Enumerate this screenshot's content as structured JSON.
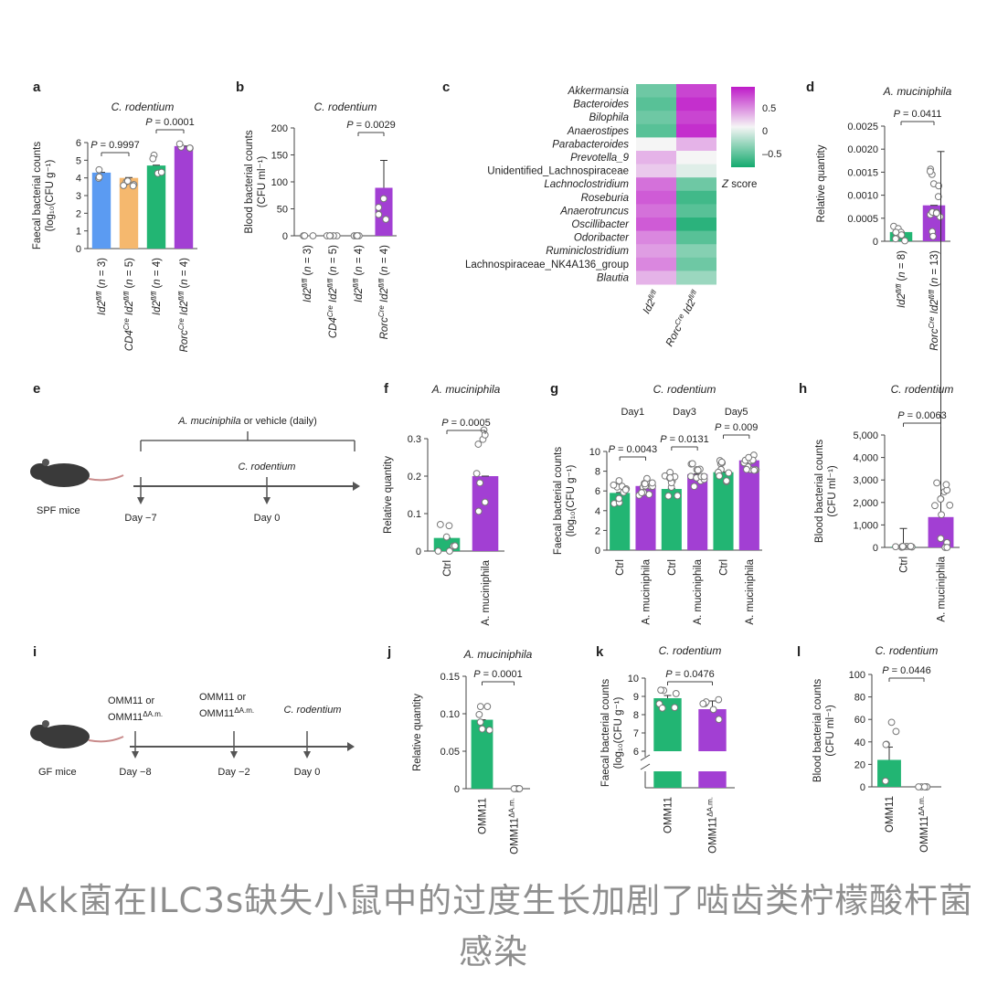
{
  "caption": "Akk菌在ILC3s缺失小鼠中的过度生长加剧了啮齿类柠檬酸杆菌感染",
  "colors": {
    "blue": "#5b9bf2",
    "orange": "#f5b86e",
    "green": "#22b573",
    "purple": "#a23fd3"
  },
  "chart_data": [
    {
      "panel": "a",
      "type": "bar",
      "title": "C. rodentium",
      "ylabel": [
        "Faecal bacterial counts",
        "(log₁₀(CFU g⁻¹)"
      ],
      "ylim": [
        0,
        6
      ],
      "yticks": [
        0,
        1,
        2,
        3,
        4,
        5,
        6
      ],
      "categories": [
        "Id2fl/fl (n = 3)",
        "CD4Cre Id2fl/fl (n = 5)",
        "Id2fl/fl (n = 4)",
        "RorcCre Id2fl/fl (n = 4)"
      ],
      "values": [
        4.3,
        4.0,
        4.7,
        5.8
      ],
      "colors": [
        "#5b9bf2",
        "#f5b86e",
        "#22b573",
        "#a23fd3"
      ],
      "pvalues": [
        "P = 0.9997",
        "P = 0.0001"
      ]
    },
    {
      "panel": "b",
      "type": "bar",
      "title": "C. rodentium",
      "ylabel": [
        "Blood bacterial counts",
        "(CFU ml⁻¹)"
      ],
      "ylim": [
        0,
        200
      ],
      "yticks": [
        0,
        50,
        100,
        150,
        200
      ],
      "categories": [
        "Id2fl/fl (n = 3)",
        "CD4Cre Id2fl/fl (n = 5)",
        "Id2fl/fl (n = 4)",
        "RorcCre Id2fl/fl (n = 4)"
      ],
      "values": [
        0,
        0,
        0,
        89
      ],
      "colors": [
        "#5b9bf2",
        "#f5b86e",
        "#22b573",
        "#a23fd3"
      ],
      "pvalues": [
        "P = 0.0029"
      ]
    },
    {
      "panel": "c",
      "type": "heatmap",
      "rows": [
        "Akkermansia",
        "Bacteroides",
        "Bilophila",
        "Anaerostipes",
        "Parabacteroides",
        "Prevotella_9",
        "Unidentified_Lachnospiraceae",
        "Lachnoclostridium",
        "Roseburia",
        "Anaerotruncus",
        "Oscillibacter",
        "Odoribacter",
        "Ruminiclostridium",
        "Lachnospiraceae_NK4A136_group",
        "Blautia"
      ],
      "columns": [
        "Id2fl/fl",
        "RorcCre Id2fl/fl"
      ],
      "values": [
        [
          -0.6,
          0.8
        ],
        [
          -0.7,
          0.9
        ],
        [
          -0.6,
          0.8
        ],
        [
          -0.7,
          0.9
        ],
        [
          0.0,
          0.3
        ],
        [
          0.3,
          0.0
        ],
        [
          0.2,
          -0.1
        ],
        [
          0.6,
          -0.6
        ],
        [
          0.7,
          -0.8
        ],
        [
          0.6,
          -0.7
        ],
        [
          0.7,
          -0.9
        ],
        [
          0.5,
          -0.7
        ],
        [
          0.4,
          -0.5
        ],
        [
          0.5,
          -0.6
        ],
        [
          0.3,
          -0.4
        ]
      ],
      "colorbar": {
        "ticks": [
          "0.5",
          "0",
          "–0.5"
        ],
        "label": "Z score"
      }
    },
    {
      "panel": "d",
      "type": "bar",
      "title": "A. muciniphila",
      "ylabel": [
        "Relative quantity"
      ],
      "ylim": [
        0,
        0.0025
      ],
      "yticks": [
        0,
        0.0005,
        0.001,
        0.0015,
        0.002,
        0.0025
      ],
      "ytick_labels": [
        "0",
        "0.0005",
        "0.0010",
        "0.0015",
        "0.0020",
        "0.0025"
      ],
      "categories": [
        "Id2fl/fl (n = 8)",
        "RorcCre Id2fl/fl (n = 13)"
      ],
      "values": [
        0.0002,
        0.00078
      ],
      "colors": [
        "#22b573",
        "#a23fd3"
      ],
      "pvalues": [
        "P = 0.0411"
      ]
    },
    {
      "panel": "e",
      "type": "diagram",
      "treatment": "A. muciniphila or vehicle (daily)",
      "infection": "C. rodentium",
      "mice": "SPF mice",
      "days": [
        "Day −7",
        "Day 0"
      ]
    },
    {
      "panel": "f",
      "type": "bar",
      "title": "A. muciniphila",
      "ylabel": [
        "Relative quantity"
      ],
      "ylim": [
        0,
        0.3
      ],
      "yticks": [
        0,
        0.1,
        0.2,
        0.3
      ],
      "ytick_labels": [
        "0",
        "0.1",
        "0.2",
        "0.3"
      ],
      "categories": [
        "Ctrl",
        "A. muciniphila"
      ],
      "values": [
        0.035,
        0.2
      ],
      "colors": [
        "#22b573",
        "#a23fd3"
      ],
      "pvalues": [
        "P = 0.0005"
      ]
    },
    {
      "panel": "g",
      "type": "bar",
      "title": "C. rodentium",
      "ylabel": [
        "Faecal bacterial counts",
        "(log₁₀(CFU g⁻¹)"
      ],
      "ylim": [
        0,
        10
      ],
      "yticks": [
        0,
        2,
        4,
        6,
        8,
        10
      ],
      "groups": [
        "Day1",
        "Day3",
        "Day5"
      ],
      "categories": [
        "Ctrl",
        "A. muciniphila",
        "Ctrl",
        "A. muciniphila",
        "Ctrl",
        "A. muciniphila"
      ],
      "values": [
        5.8,
        6.5,
        6.2,
        7.7,
        7.9,
        9.1
      ],
      "colors": [
        "#22b573",
        "#a23fd3",
        "#22b573",
        "#a23fd3",
        "#22b573",
        "#a23fd3"
      ],
      "pvalues": [
        "P = 0.0043",
        "P = 0.0131",
        "P = 0.009"
      ]
    },
    {
      "panel": "h",
      "type": "bar",
      "title": "C. rodentium",
      "ylabel": [
        "Blood bacterial counts",
        "(CFU ml⁻¹)"
      ],
      "ylim": [
        0,
        5000
      ],
      "yticks": [
        0,
        1000,
        2000,
        3000,
        4000,
        5000
      ],
      "ytick_labels": [
        "0",
        "1,000",
        "2,000",
        "3,000",
        "4,000",
        "5,000"
      ],
      "categories": [
        "Ctrl",
        "A. muciniphila"
      ],
      "values": [
        30,
        1350
      ],
      "colors": [
        "#22b573",
        "#a23fd3"
      ],
      "pvalues": [
        "P = 0.0063"
      ]
    },
    {
      "panel": "i",
      "type": "diagram",
      "treatments": [
        "OMM11 or",
        "OMM11ΔA.m.",
        "OMM11 or",
        "OMM11ΔA.m."
      ],
      "infection": "C. rodentium",
      "mice": "GF mice",
      "days": [
        "Day −8",
        "Day −2",
        "Day 0"
      ]
    },
    {
      "panel": "j",
      "type": "bar",
      "title": "A. muciniphila",
      "ylabel": [
        "Relative quantity"
      ],
      "ylim": [
        0,
        0.15
      ],
      "yticks": [
        0,
        0.05,
        0.1,
        0.15
      ],
      "ytick_labels": [
        "0",
        "0.05",
        "0.10",
        "0.15"
      ],
      "categories": [
        "OMM11",
        "OMM11ΔA.m."
      ],
      "values": [
        0.092,
        0
      ],
      "colors": [
        "#22b573",
        "#a23fd3"
      ],
      "pvalues": [
        "P = 0.0001"
      ]
    },
    {
      "panel": "k",
      "type": "bar",
      "title": "C. rodentium",
      "ylabel": [
        "Faecal bacterial counts",
        "(log₁₀(CFU g⁻¹)"
      ],
      "ylim": [
        6,
        10
      ],
      "yticks": [
        6,
        7,
        8,
        9,
        10
      ],
      "axis_break": true,
      "categories": [
        "OMM11",
        "OMM11ΔA.m."
      ],
      "values": [
        8.9,
        8.3
      ],
      "colors": [
        "#22b573",
        "#a23fd3"
      ],
      "pvalues": [
        "P = 0.0476"
      ]
    },
    {
      "panel": "l",
      "type": "bar",
      "title": "C. rodentium",
      "ylabel": [
        "Blood bacterial counts",
        "(CFU ml⁻¹)"
      ],
      "ylim": [
        0,
        100
      ],
      "yticks": [
        0,
        20,
        40,
        60,
        80,
        100
      ],
      "categories": [
        "OMM11",
        "OMM11ΔA.m."
      ],
      "values": [
        24,
        0
      ],
      "colors": [
        "#22b573",
        "#a23fd3"
      ],
      "pvalues": [
        "P = 0.0446"
      ]
    }
  ]
}
